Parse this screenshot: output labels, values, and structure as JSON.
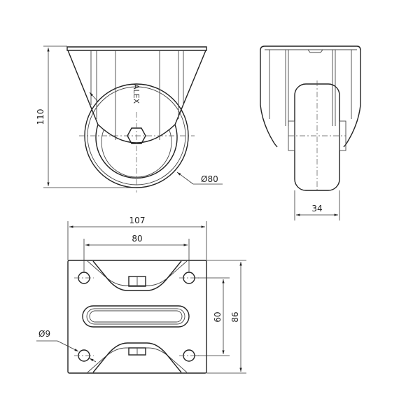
{
  "front_view": {
    "height_dim": "110",
    "wheel_diameter_dim": "Ø80",
    "logo": "ALEX"
  },
  "side_view": {
    "wheel_width_dim": "34"
  },
  "plan_view": {
    "plate_width_dim": "107",
    "hole_spacing_x_dim": "80",
    "hole_spacing_y_dim": "60",
    "plate_length_dim": "86",
    "hole_diameter_dim": "Ø9"
  }
}
